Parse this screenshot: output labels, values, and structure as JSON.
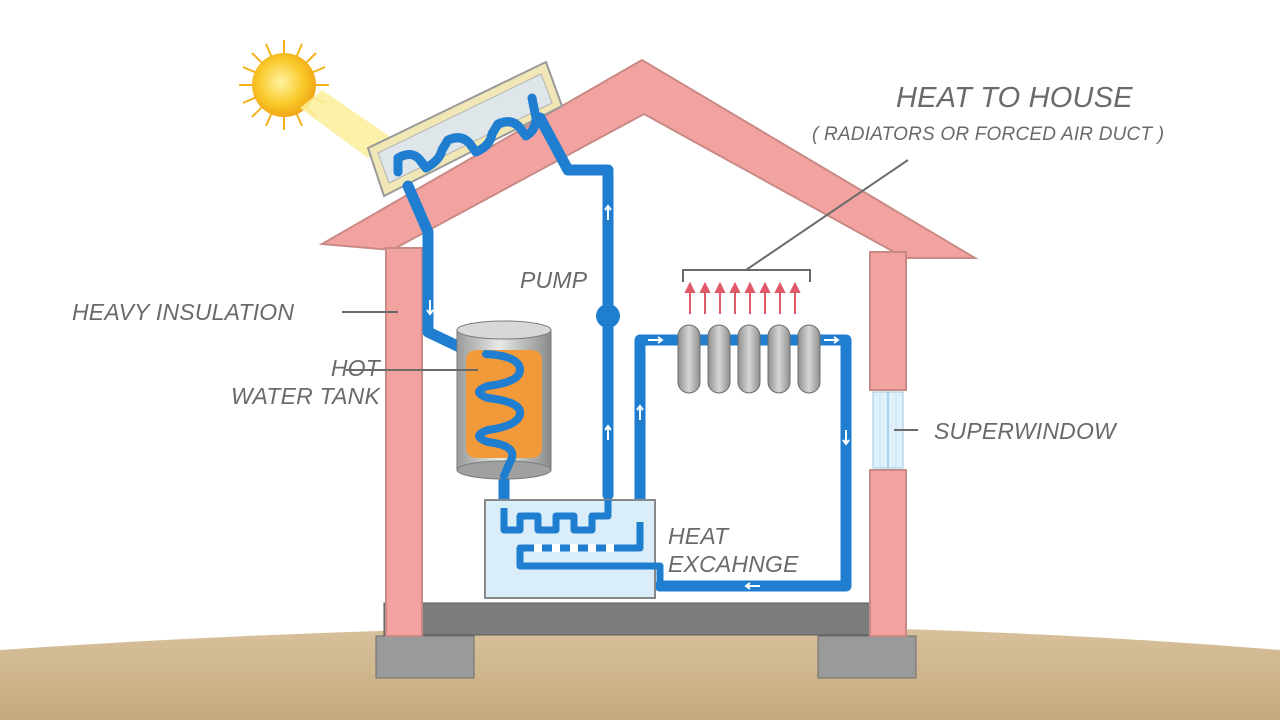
{
  "labels": {
    "heat_to_house": "HEAT TO HOUSE",
    "heat_to_house_sub": "( RADIATORS OR FORCED AIR DUCT )",
    "heavy_insulation": "HEAVY INSULATION",
    "hot_water_tank_line1": "HOT",
    "hot_water_tank_line2": "WATER TANK",
    "pump": "PUMP",
    "superwindow": "SUPERWINDOW",
    "heat_exchange_line1": "HEAT",
    "heat_exchange_line2": "EXCAHNGE"
  },
  "colors": {
    "insulation": "#f2a3a0",
    "insulation_edge": "#d98580",
    "pipe": "#1f7ed0",
    "ground": "#cdb48f",
    "foundation": "#8c8c8c",
    "tank_core": "#f29a3a",
    "sun": "#f7c21c",
    "arrows": "#e05a6a"
  }
}
